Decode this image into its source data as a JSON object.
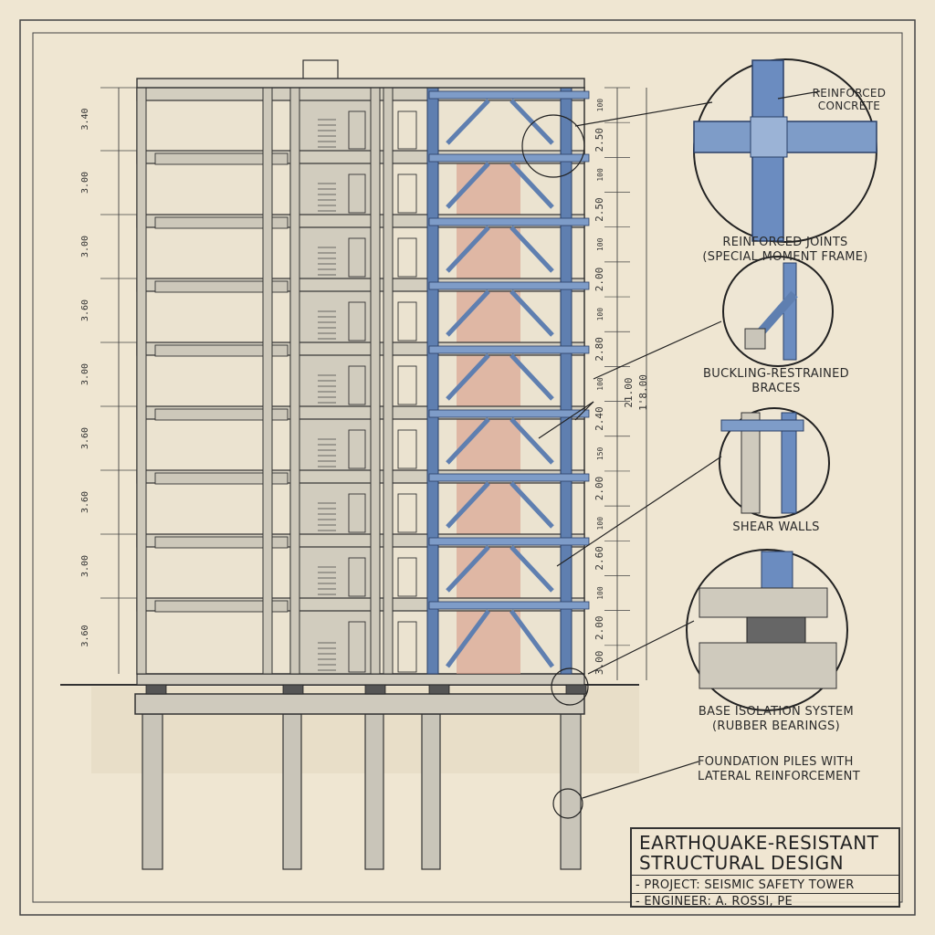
{
  "floor_heights_left": [
    "3.40",
    "3.00",
    "3.00",
    "3.60",
    "3.00",
    "3.60",
    "3.60",
    "3.00",
    "3.60"
  ],
  "segment_dims_right": [
    "100",
    "2.50",
    "100",
    "2.50",
    "100",
    "2.00",
    "100",
    "2.80",
    "100",
    "2.40",
    "150",
    "2.00",
    "100",
    "2.60",
    "100",
    "2.00",
    "3.00"
  ],
  "total_height_labels": [
    "21.00",
    "1'8.00"
  ],
  "callouts": {
    "reinforced_concrete": [
      "REINFORCED",
      "CONCRETE"
    ],
    "moment_frame": [
      "REINFORCED JOINTS",
      "(SPECIAL MOMENT FRAME)"
    ],
    "braces": [
      "BUCKLING-RESTRAINED",
      "BRACES"
    ],
    "shear_walls": [
      "SHEAR WALLS"
    ],
    "base_isolation": [
      "BASE ISOLATION SYSTEM",
      "(RUBBER BEARINGS)"
    ],
    "piles": [
      "FOUNDATION PILES WITH",
      "LATERAL REINFORCEMENT"
    ]
  },
  "title_block": {
    "title_line1": "EARTHQUAKE-RESISTANT",
    "title_line2": "STRUCTURAL DESIGN",
    "project": "- PROJECT: SEISMIC SAFETY TOWER",
    "engineer": "- ENGINEER: A. ROSSI, PE"
  },
  "colors": {
    "paper": "#efe6d2",
    "ink": "#2b2b2b",
    "concrete": "#c9c5b9",
    "steel": "#5f7fb0",
    "shear_core": "#d9a08c"
  }
}
